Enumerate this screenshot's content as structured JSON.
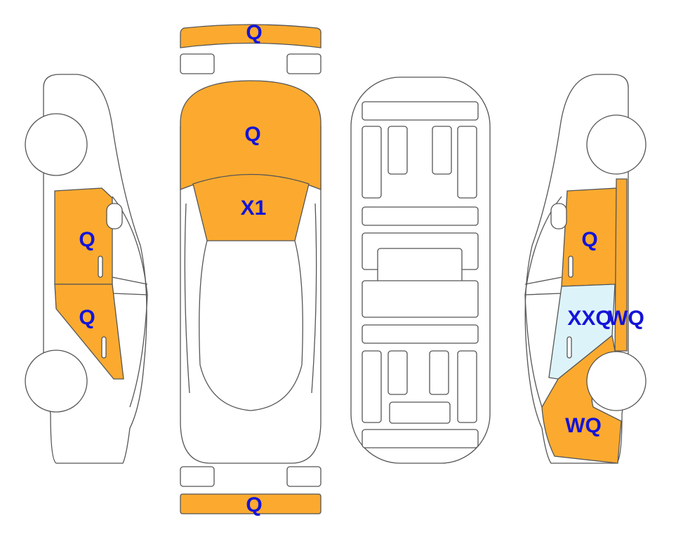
{
  "colors": {
    "damaged": "#FBAA2F",
    "glass_damaged": "#DDF3FA",
    "label": "#1414D8",
    "outline": "#555555"
  },
  "labels": {
    "front_bumper": "Q",
    "hood": "Q",
    "windshield": "X1",
    "left_front_door": "Q",
    "left_rear_door": "Q",
    "right_front_door": "Q",
    "right_rear_window": "XXQ",
    "right_pillar": "WQ",
    "right_rear_quarter": "WQ",
    "rear_bumper": "Q"
  }
}
